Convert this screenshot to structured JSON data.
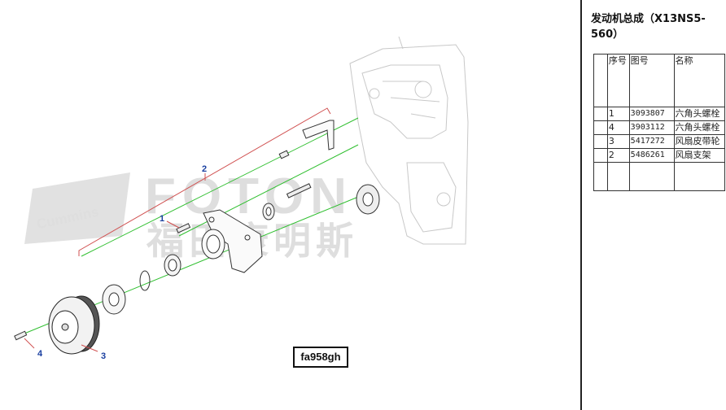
{
  "panel": {
    "title": "发动机总成（X13NS5-560）"
  },
  "table": {
    "headers": [
      "",
      "序号",
      "图号",
      "名称"
    ],
    "rows": [
      {
        "seq": "1",
        "part_no": "3093807",
        "name": "六角头螺栓"
      },
      {
        "seq": "4",
        "part_no": "3903112",
        "name": "六角头螺栓"
      },
      {
        "seq": "3",
        "part_no": "5417272",
        "name": "风扇皮带轮"
      },
      {
        "seq": "2",
        "part_no": "5486261",
        "name": "风扇支架"
      }
    ]
  },
  "diagram": {
    "code": "fa958gh",
    "callouts": [
      "1",
      "2",
      "3",
      "4"
    ],
    "watermark_brand": "Cummins",
    "watermark_latin": "FOTON",
    "watermark_cn": "福田康明斯"
  }
}
